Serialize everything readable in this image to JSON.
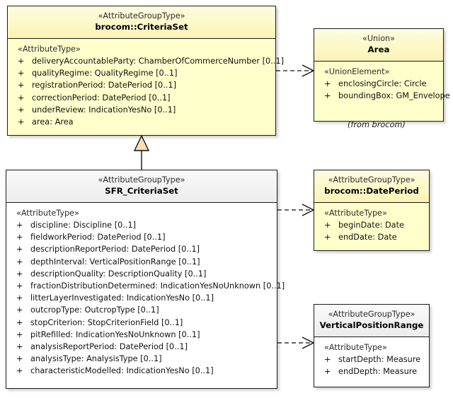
{
  "diagram": {
    "type": "uml-class-diagram",
    "title": "SFR_CriteriaSet",
    "colors": {
      "class_fill_yellow": "#ffffcc",
      "class_fill_white": "#ffffff",
      "header_gray": "#f0f0f0",
      "border": "#1a1a1a",
      "generalization_fill": "#f5deb3",
      "text": "#111111"
    }
  },
  "classes": {
    "brocom_criteriaset": {
      "stereotype": "«AttributeGroupType»",
      "name": "brocom::CriteriaSet",
      "body_stereotype": "«AttributeType»",
      "attributes": [
        {
          "visibility": "+",
          "text": "deliveryAccountableParty: ChamberOfCommerceNumber [0..1]"
        },
        {
          "visibility": "+",
          "text": "qualityRegime: QualityRegime [0..1]"
        },
        {
          "visibility": "+",
          "text": "registrationPeriod: DatePeriod [0..1]"
        },
        {
          "visibility": "+",
          "text": "correctionPeriod: DatePeriod [0..1]"
        },
        {
          "visibility": "+",
          "text": "underReview: IndicationYesNo [0..1]"
        },
        {
          "visibility": "+",
          "text": "area: Area"
        }
      ]
    },
    "area": {
      "stereotype": "«Union»",
      "name": "Area",
      "body_stereotype": "«UnionElement»",
      "attributes": [
        {
          "visibility": "+",
          "text": "enclosingCircle: Circle"
        },
        {
          "visibility": "+",
          "text": "boundingBox: GM_Envelope"
        }
      ],
      "note": "(from brocom)"
    },
    "sfr_criteriaset": {
      "stereotype": "«AttributeGroupType»",
      "name": "SFR_CriteriaSet",
      "body_stereotype": "«AttributeType»",
      "attributes": [
        {
          "visibility": "+",
          "text": "discipline: Discipline [0..1]"
        },
        {
          "visibility": "+",
          "text": "fieldworkPeriod: DatePeriod [0..1]"
        },
        {
          "visibility": "+",
          "text": "descriptionReportPeriod: DatePeriod [0..1]"
        },
        {
          "visibility": "+",
          "text": "depthInterval: VerticalPositionRange [0..1]"
        },
        {
          "visibility": "+",
          "text": "descriptionQuality: DescriptionQuality [0..1]"
        },
        {
          "visibility": "+",
          "text": "fractionDistributionDetermined: IndicationYesNoUnknown [0..1]"
        },
        {
          "visibility": "+",
          "text": "litterLayerInvestigated: IndicationYesNo [0..1]"
        },
        {
          "visibility": "+",
          "text": "outcropType: OutcropType [0..1]"
        },
        {
          "visibility": "+",
          "text": "stopCriterion: StopCriterionField [0..1]"
        },
        {
          "visibility": "+",
          "text": "pitRefilled: IndicationYesNoUnknown [0..1]"
        },
        {
          "visibility": "+",
          "text": "analysisReportPeriod: DatePeriod [0..1]"
        },
        {
          "visibility": "+",
          "text": "analysisType: AnalysisType [0..1]"
        },
        {
          "visibility": "+",
          "text": "characteristicModelled: IndicationYesNo [0..1]"
        }
      ]
    },
    "brocom_dateperiod": {
      "stereotype": "«AttributeGroupType»",
      "name": "brocom::DatePeriod",
      "body_stereotype": "«AttributeType»",
      "attributes": [
        {
          "visibility": "+",
          "text": "beginDate: Date"
        },
        {
          "visibility": "+",
          "text": "endDate: Date"
        }
      ]
    },
    "verticalpositionrange": {
      "stereotype": "«AttributeGroupType»",
      "name": "VerticalPositionRange",
      "body_stereotype": "«AttributeType»",
      "attributes": [
        {
          "visibility": "+",
          "text": "startDepth: Measure"
        },
        {
          "visibility": "+",
          "text": "endDepth: Measure"
        }
      ]
    }
  },
  "relationships": [
    {
      "kind": "dependency",
      "from": "brocom::CriteriaSet",
      "to": "Area"
    },
    {
      "kind": "generalization",
      "from": "SFR_CriteriaSet",
      "to": "brocom::CriteriaSet"
    },
    {
      "kind": "dependency",
      "from": "SFR_CriteriaSet",
      "to": "brocom::DatePeriod"
    },
    {
      "kind": "dependency",
      "from": "SFR_CriteriaSet",
      "to": "VerticalPositionRange"
    }
  ]
}
